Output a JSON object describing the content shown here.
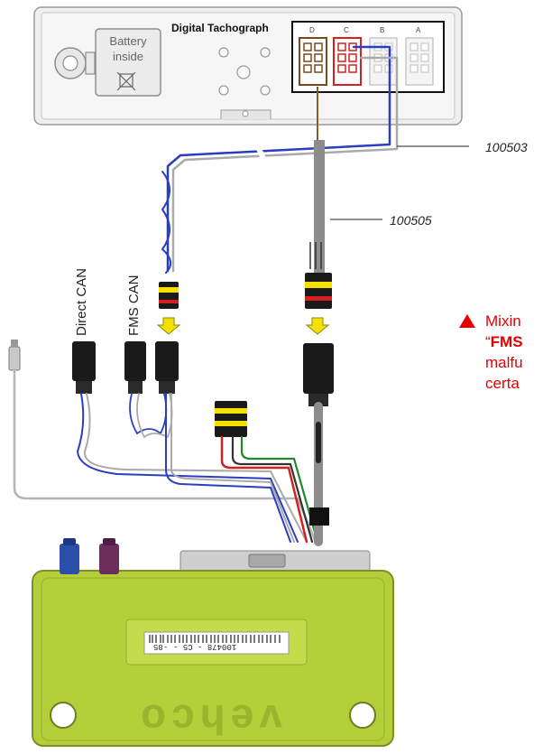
{
  "tachograph": {
    "title": "Digital Tachograph",
    "battery_line1": "Battery",
    "battery_line2": "inside",
    "connector_letters": [
      "D",
      "C",
      "B",
      "A"
    ]
  },
  "part_numbers": {
    "cable_a": "100503",
    "cable_b": "100505"
  },
  "connectors": {
    "direct_can": "Direct CAN",
    "fms_can": "FMS CAN"
  },
  "warning": {
    "line1": "Mixin",
    "line2_prefix": "“",
    "line2_bold": "FMS",
    "line3": "malfu",
    "line4": "certa"
  },
  "device": {
    "label_code": "100478 - C5 -",
    "label_suffix": "-85",
    "brand": "vehco"
  },
  "colors": {
    "device_green": "#b5cf3a",
    "wire_blue": "#2a3fbf",
    "wire_red": "#d42020",
    "wire_green": "#1f8a2a",
    "connector_yellow": "#f5e000",
    "warning_red": "#e60000",
    "port_blue": "#2b4fa8",
    "port_purple": "#6a2d5c"
  }
}
